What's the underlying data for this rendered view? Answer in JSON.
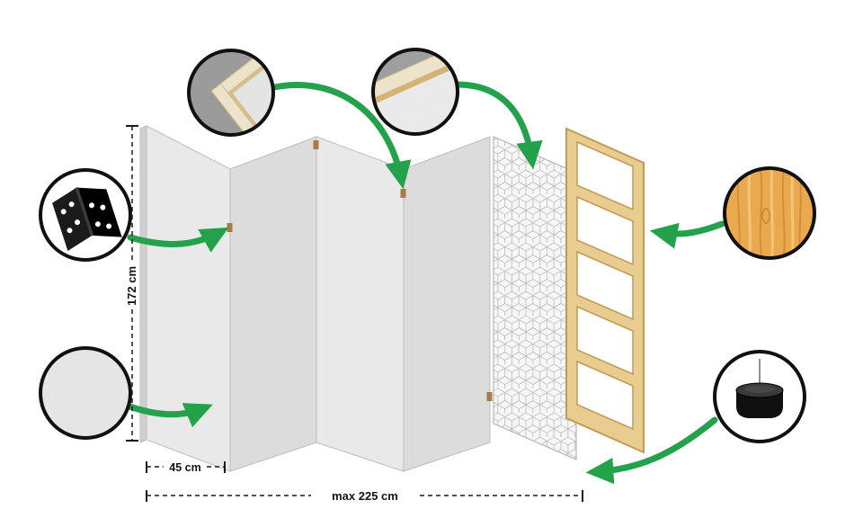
{
  "labels": {
    "height": "172 cm",
    "panel_width": "45 cm",
    "max_width": "max 225 cm"
  },
  "colors": {
    "accent_green": "#23a24b",
    "panel_light": "#e9e9e9",
    "panel_dark": "#dcdcdc",
    "pattern_panel": "#f7f7f7",
    "wood_frame": "#e9cc8f",
    "wood_frame_outline": "#c29a55",
    "wood_texture": "#eba94f",
    "callout_outline": "#111111",
    "dimension_line": "#1a1a1a"
  },
  "callouts": [
    {
      "name": "hinge",
      "icon": "hinge-icon"
    },
    {
      "name": "frame-corner",
      "icon": "frame-corner-icon"
    },
    {
      "name": "fabric-edge",
      "icon": "fabric-edge-icon"
    },
    {
      "name": "canvas-texture",
      "icon": "canvas-texture-icon"
    },
    {
      "name": "wood-texture",
      "icon": "wood-texture-icon"
    },
    {
      "name": "floor-foot",
      "icon": "floor-foot-icon"
    }
  ]
}
